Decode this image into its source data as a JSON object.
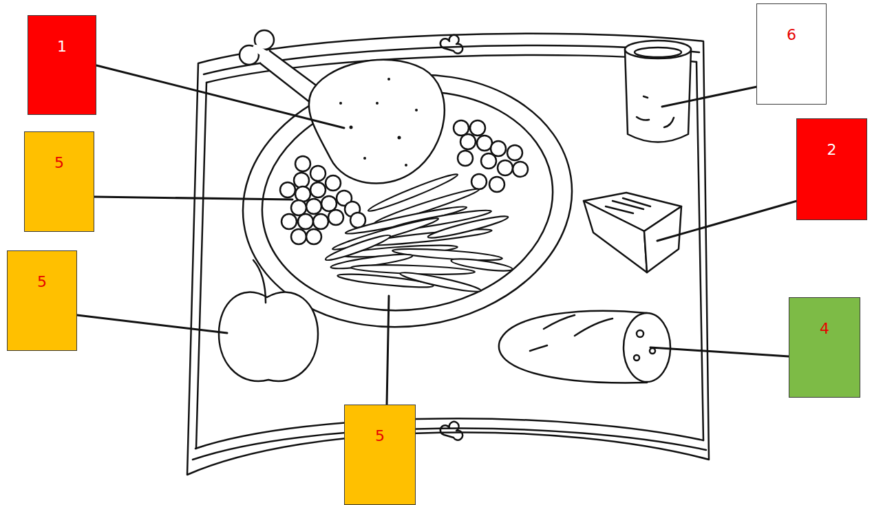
{
  "diagram": {
    "nodes": [
      {
        "text": [
          "1"
        ]
      },
      {
        "text": [
          "6"
        ]
      },
      {
        "text": [
          "5"
        ]
      },
      {
        "text": [
          "2"
        ]
      },
      {
        "text": [
          "5"
        ]
      },
      {
        "text": [
          "4"
        ]
      },
      {
        "text": [
          "5"
        ]
      }
    ]
  }
}
